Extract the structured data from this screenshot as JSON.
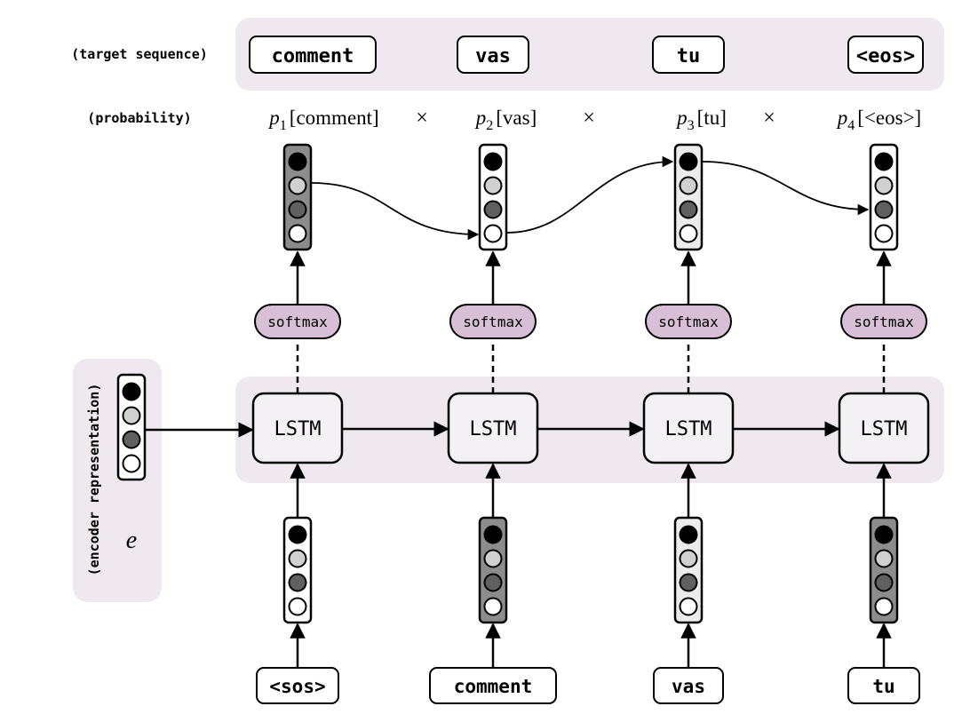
{
  "labels": {
    "target_sequence": "(target sequence)",
    "probability": "(probability)",
    "encoder_representation": "(encoder representation)",
    "encoder_symbol": "e"
  },
  "target_tokens": [
    "comment",
    "vas",
    "tu",
    "<eos>"
  ],
  "input_tokens": [
    "<sos>",
    "comment",
    "vas",
    "tu"
  ],
  "probabilities": [
    {
      "sym": "p",
      "sub": "1",
      "word": "[comment]"
    },
    {
      "sym": "p",
      "sub": "2",
      "word": "[vas]"
    },
    {
      "sym": "p",
      "sub": "3",
      "word": "[tu]"
    },
    {
      "sym": "p",
      "sub": "4",
      "word": "[<eos>]"
    }
  ],
  "times_symbol": "×",
  "cell_label": "LSTM",
  "softmax_label": "softmax",
  "colors": {
    "panel": "#efe9ef",
    "softmax_fill": "#d7bfd6",
    "dot_black": "#000000",
    "dot_light": "#d0d0d0",
    "dot_dark": "#606060",
    "dot_white": "#ffffff",
    "vec_dark": "#8c8c8c",
    "vec_light": "#ececec"
  }
}
